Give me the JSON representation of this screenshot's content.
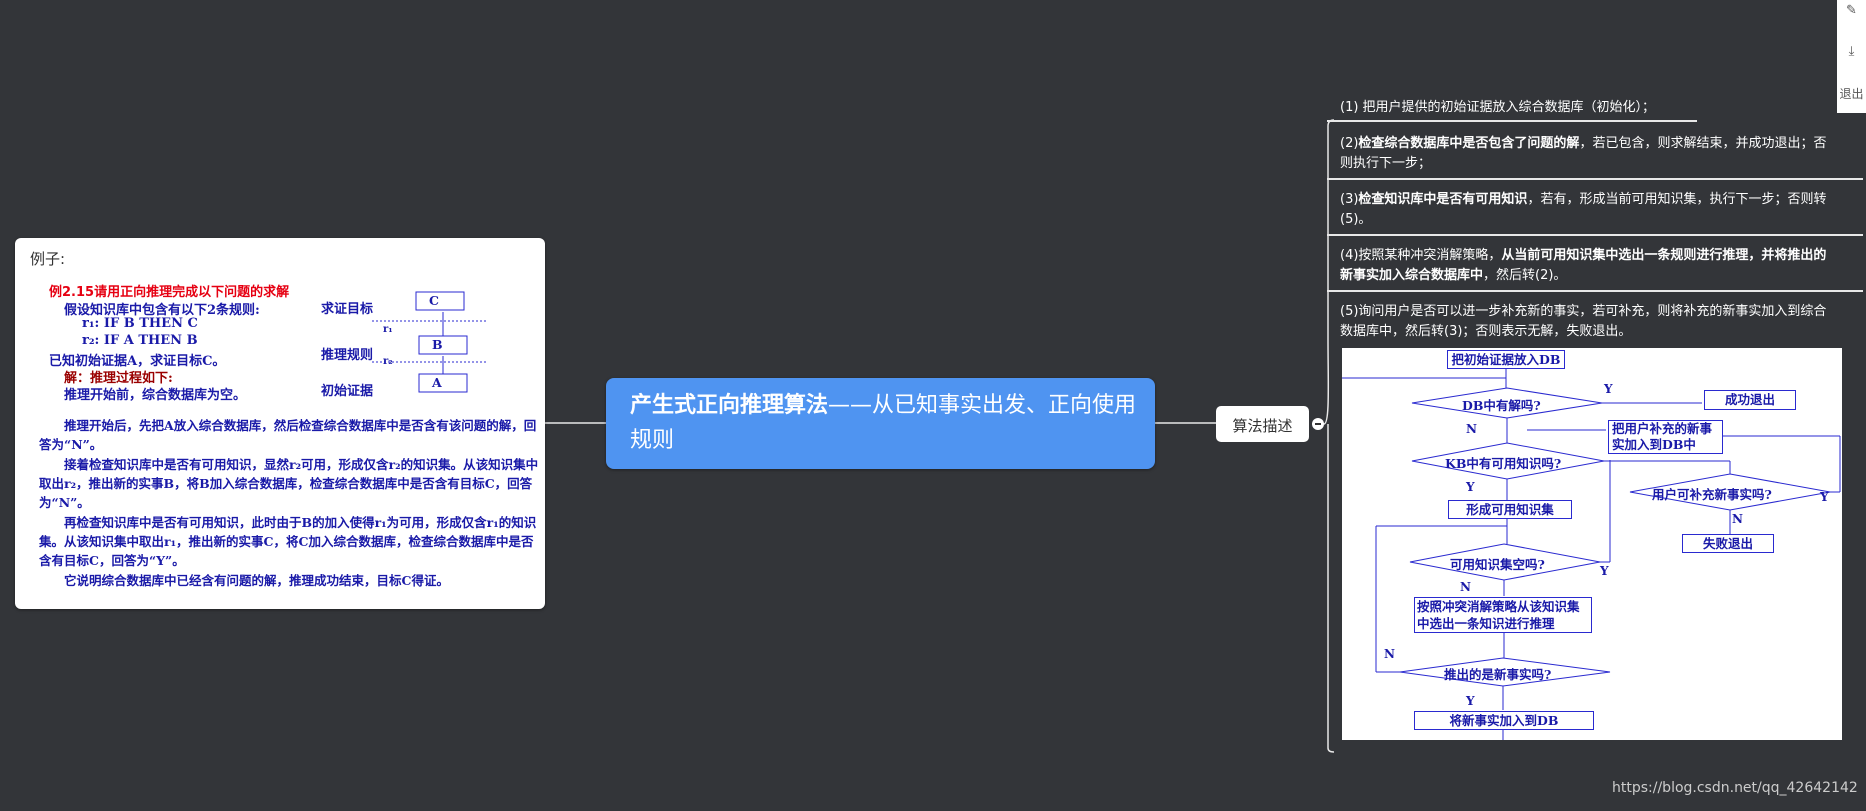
{
  "left_card": {
    "label": "例子:",
    "example_title": "例2.15请用正向推理完成以下问题的求解",
    "lines": [
      "假设知识库中包含有以下2条规则:",
      "r₁:  IF  B  THEN  C",
      "r₂:  IF  A  THEN  B",
      "已知初始证据A，求证目标C。",
      "解：推理过程如下:",
      "推理开始前，综合数据库为空。"
    ],
    "diagram": {
      "labels": [
        "求证目标",
        "推理规则",
        "初始证据"
      ],
      "boxes": [
        "C",
        "B",
        "A"
      ],
      "rules": [
        "r₁",
        "r₂"
      ]
    },
    "paragraphs": [
      "推理开始后，先把A放入综合数据库，然后检查综合数据库中是否含有该问题的解，回答为“N”。",
      "接着检查知识库中是否有可用知识，显然r₂可用，形成仅含r₂的知识集。从该知识集中取出r₂，推出新的实事B，将B加入综合数据库，检查综合数据库中是否含有目标C，回答为“N”。",
      "再检查知识库中是否有可用知识，此时由于B的加入使得r₁为可用，形成仅含r₁的知识集。从该知识集中取出r₁，推出新的实事C，将C加入综合数据库，检查综合数据库中是否含有目标C，回答为“Y”。",
      "它说明综合数据库中已经含有问题的解，推理成功结束，目标C得证。"
    ]
  },
  "center": {
    "title_bold": "产生式正向推理算法",
    "title_rest": "——从已知事实出发、正向使用规则"
  },
  "tag": {
    "label": "算法描述"
  },
  "steps": [
    {
      "prefix": "(1) ",
      "bold": "",
      "rest": "把用户提供的初始证据放入综合数据库（初始化）；"
    },
    {
      "prefix": "(2)",
      "bold": "检查综合数据库中是否包含了问题的解",
      "rest": "，若已包含，则求解结束，并成功退出；否则执行下一步；"
    },
    {
      "prefix": "(3)",
      "bold": "检查知识库中是否有可用知识",
      "rest": "，若有，形成当前可用知识集，执行下一步；否则转(5)。"
    },
    {
      "prefix": "(4)按照某种冲突消解策略，",
      "bold": "从当前可用知识集中选出一条规则进行推理，并将推出的新事实加入综合数据库中",
      "rest": "，然后转(2)。"
    },
    {
      "prefix": "(5)",
      "bold": "",
      "rest": "询问用户是否可以进一步补充新的事实，若可补充，则将补充的新事实加入到综合数据库中，然后转(3)；否则表示无解，失败退出。"
    }
  ],
  "flowchart": {
    "start": "把初始证据放入DB",
    "d_db": "DB中有解吗?",
    "success": "成功退出",
    "user_add": "把用户补充的新事实加入到DB中",
    "d_kb": "KB中有可用知识吗?",
    "form": "形成可用知识集",
    "d_user": "用户可补充新事实吗?",
    "d_empty": "可用知识集空吗?",
    "fail": "失败退出",
    "select": "按照冲突消解策略从该知识集中选出一条知识进行推理",
    "d_new": "推出的是新事实吗?",
    "add": "将新事实加入到DB",
    "yes": "Y",
    "no": "N"
  },
  "toolbar": {
    "exit": "退出"
  },
  "watermark": "https://blog.csdn.net/qq_42642142"
}
